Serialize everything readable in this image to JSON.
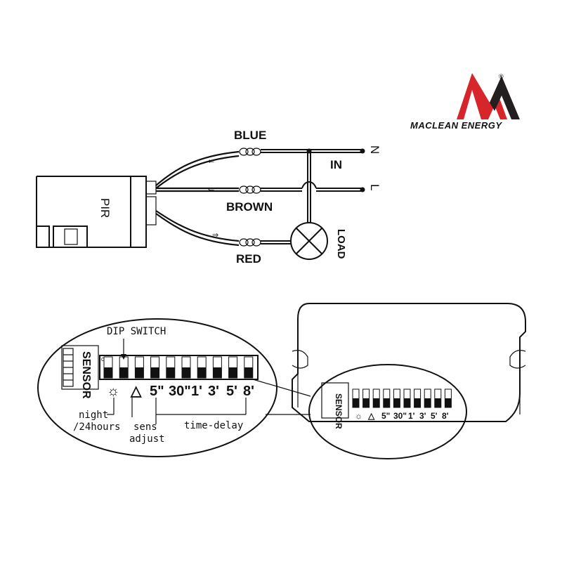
{
  "brand": {
    "name": "MACLEAN ENERGY",
    "logo_letters": "M",
    "registered_mark": "®",
    "colors": {
      "red": "#d7262b",
      "dark": "#231f20"
    }
  },
  "wiring": {
    "device_label": "PIR",
    "wires": [
      {
        "color_name": "BLUE"
      },
      {
        "color_name": "BROWN"
      },
      {
        "color_name": "RED"
      }
    ],
    "input_label": "IN",
    "terminals": [
      {
        "label": "N"
      },
      {
        "label": "L"
      }
    ],
    "load_label": "LOAD"
  },
  "dip_panel": {
    "title": "DIP SWITCH",
    "on_label": "ON",
    "sensor_label": "SENSOR",
    "switch_count": 10,
    "symbols": [
      "☼",
      "△",
      "5\"",
      "30\"",
      "1'",
      "3'",
      "5'",
      "8'"
    ],
    "annotations": {
      "night": "night",
      "hours": "/24hours",
      "sens": "sens",
      "adjust": "adjust",
      "time_delay": "time-delay"
    }
  }
}
